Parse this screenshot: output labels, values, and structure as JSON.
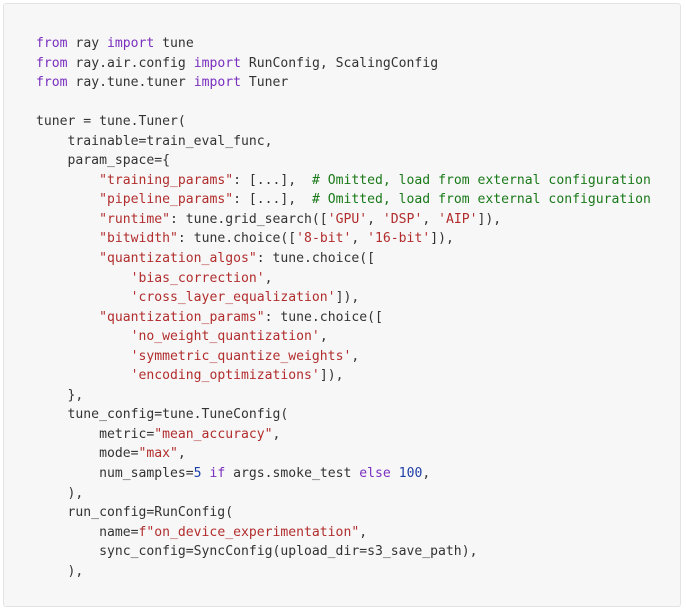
{
  "colors": {
    "background": "#f7f7f7",
    "keyword": "#7a2fbf",
    "string": "#b22d2d",
    "number": "#1f3fa8",
    "comment": "#1a7a1a",
    "text": "#333333"
  },
  "code": {
    "lines": [
      [
        {
          "t": "kw",
          "v": "from"
        },
        {
          "t": "plain",
          "v": " ray "
        },
        {
          "t": "kw",
          "v": "import"
        },
        {
          "t": "plain",
          "v": " tune"
        }
      ],
      [
        {
          "t": "kw",
          "v": "from"
        },
        {
          "t": "plain",
          "v": " ray.air.config "
        },
        {
          "t": "kw",
          "v": "import"
        },
        {
          "t": "plain",
          "v": " RunConfig, ScalingConfig"
        }
      ],
      [
        {
          "t": "kw",
          "v": "from"
        },
        {
          "t": "plain",
          "v": " ray.tune.tuner "
        },
        {
          "t": "kw",
          "v": "import"
        },
        {
          "t": "plain",
          "v": " Tuner"
        }
      ],
      [],
      [
        {
          "t": "plain",
          "v": "tuner = tune.Tuner("
        }
      ],
      [
        {
          "t": "plain",
          "v": "    trainable=train_eval_func,"
        }
      ],
      [
        {
          "t": "plain",
          "v": "    param_space={"
        }
      ],
      [
        {
          "t": "plain",
          "v": "        "
        },
        {
          "t": "str",
          "v": "\"training_params\""
        },
        {
          "t": "plain",
          "v": ": [...],  "
        },
        {
          "t": "cmt",
          "v": "# Omitted, load from external configuration"
        }
      ],
      [
        {
          "t": "plain",
          "v": "        "
        },
        {
          "t": "str",
          "v": "\"pipeline_params\""
        },
        {
          "t": "plain",
          "v": ": [...],  "
        },
        {
          "t": "cmt",
          "v": "# Omitted, load from external configuration"
        }
      ],
      [
        {
          "t": "plain",
          "v": "        "
        },
        {
          "t": "str",
          "v": "\"runtime\""
        },
        {
          "t": "plain",
          "v": ": tune.grid_search(["
        },
        {
          "t": "str",
          "v": "'GPU'"
        },
        {
          "t": "plain",
          "v": ", "
        },
        {
          "t": "str",
          "v": "'DSP'"
        },
        {
          "t": "plain",
          "v": ", "
        },
        {
          "t": "str",
          "v": "'AIP'"
        },
        {
          "t": "plain",
          "v": "]),"
        }
      ],
      [
        {
          "t": "plain",
          "v": "        "
        },
        {
          "t": "str",
          "v": "\"bitwidth\""
        },
        {
          "t": "plain",
          "v": ": tune.choice(["
        },
        {
          "t": "str",
          "v": "'8-bit'"
        },
        {
          "t": "plain",
          "v": ", "
        },
        {
          "t": "str",
          "v": "'16-bit'"
        },
        {
          "t": "plain",
          "v": "]),"
        }
      ],
      [
        {
          "t": "plain",
          "v": "        "
        },
        {
          "t": "str",
          "v": "\"quantization_algos\""
        },
        {
          "t": "plain",
          "v": ": tune.choice(["
        }
      ],
      [
        {
          "t": "plain",
          "v": "            "
        },
        {
          "t": "str",
          "v": "'bias_correction'"
        },
        {
          "t": "plain",
          "v": ","
        }
      ],
      [
        {
          "t": "plain",
          "v": "            "
        },
        {
          "t": "str",
          "v": "'cross_layer_equalization'"
        },
        {
          "t": "plain",
          "v": "]),"
        }
      ],
      [
        {
          "t": "plain",
          "v": "        "
        },
        {
          "t": "str",
          "v": "\"quantization_params\""
        },
        {
          "t": "plain",
          "v": ": tune.choice(["
        }
      ],
      [
        {
          "t": "plain",
          "v": "            "
        },
        {
          "t": "str",
          "v": "'no_weight_quantization'"
        },
        {
          "t": "plain",
          "v": ","
        }
      ],
      [
        {
          "t": "plain",
          "v": "            "
        },
        {
          "t": "str",
          "v": "'symmetric_quantize_weights'"
        },
        {
          "t": "plain",
          "v": ","
        }
      ],
      [
        {
          "t": "plain",
          "v": "            "
        },
        {
          "t": "str",
          "v": "'encoding_optimizations'"
        },
        {
          "t": "plain",
          "v": "]),"
        }
      ],
      [
        {
          "t": "plain",
          "v": "    },"
        }
      ],
      [
        {
          "t": "plain",
          "v": "    tune_config=tune.TuneConfig("
        }
      ],
      [
        {
          "t": "plain",
          "v": "        metric="
        },
        {
          "t": "str",
          "v": "\"mean_accuracy\""
        },
        {
          "t": "plain",
          "v": ","
        }
      ],
      [
        {
          "t": "plain",
          "v": "        mode="
        },
        {
          "t": "str",
          "v": "\"max\""
        },
        {
          "t": "plain",
          "v": ","
        }
      ],
      [
        {
          "t": "plain",
          "v": "        num_samples="
        },
        {
          "t": "num",
          "v": "5"
        },
        {
          "t": "plain",
          "v": " "
        },
        {
          "t": "kw",
          "v": "if"
        },
        {
          "t": "plain",
          "v": " args.smoke_test "
        },
        {
          "t": "kw",
          "v": "else"
        },
        {
          "t": "plain",
          "v": " "
        },
        {
          "t": "num",
          "v": "100"
        },
        {
          "t": "plain",
          "v": ","
        }
      ],
      [
        {
          "t": "plain",
          "v": "    ),"
        }
      ],
      [
        {
          "t": "plain",
          "v": "    run_config=RunConfig("
        }
      ],
      [
        {
          "t": "plain",
          "v": "        name="
        },
        {
          "t": "str",
          "v": "f\"on_device_experimentation\""
        },
        {
          "t": "plain",
          "v": ","
        }
      ],
      [
        {
          "t": "plain",
          "v": "        sync_config=SyncConfig(upload_dir=s3_save_path),"
        }
      ],
      [
        {
          "t": "plain",
          "v": "    ),"
        }
      ]
    ]
  }
}
